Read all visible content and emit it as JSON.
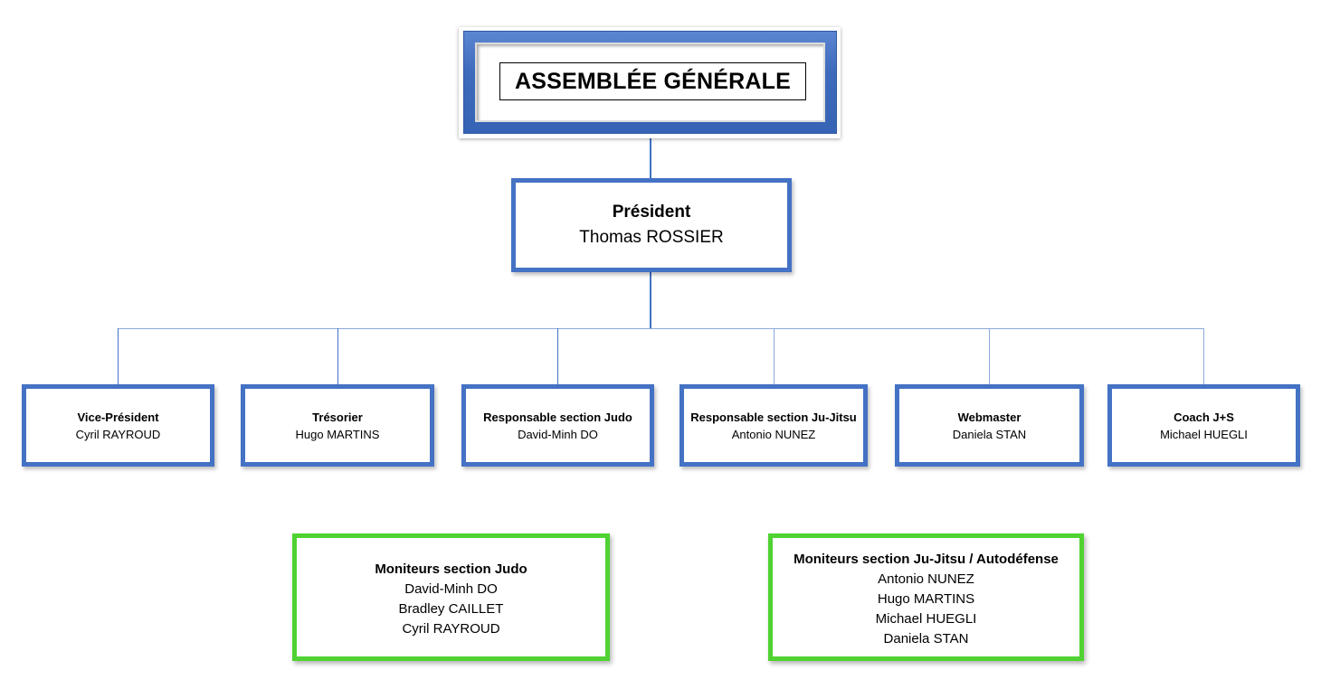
{
  "org_chart": {
    "top": {
      "title": "ASSEMBLÉE GÉNÉRALE"
    },
    "president": {
      "title": "Président",
      "name": "Thomas ROSSIER"
    },
    "roles": [
      {
        "title": "Vice-Président",
        "name": "Cyril RAYROUD"
      },
      {
        "title": "Trésorier",
        "name": "Hugo MARTINS"
      },
      {
        "title": "Responsable section Judo",
        "name": "David-Minh DO"
      },
      {
        "title": "Responsable section Ju-Jitsu",
        "name": "Antonio NUNEZ"
      },
      {
        "title": "Webmaster",
        "name": "Daniela STAN"
      },
      {
        "title": "Coach J+S",
        "name": "Michael HUEGLI"
      }
    ],
    "instructor_groups": [
      {
        "title": "Moniteurs section Judo",
        "members": [
          "David-Minh DO",
          "Bradley CAILLET",
          "Cyril RAYROUD"
        ]
      },
      {
        "title": "Moniteurs section Ju-Jitsu / Autodéfense",
        "members": [
          "Antonio NUNEZ",
          "Hugo MARTINS",
          "Michael HUEGLI",
          "Daniela STAN"
        ]
      }
    ]
  },
  "colors": {
    "role_border": "#4472c4",
    "instructor_border": "#4fd232",
    "connector": "#4472c4"
  }
}
